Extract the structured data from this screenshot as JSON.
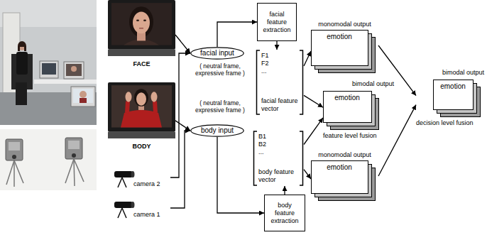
{
  "diagram": {
    "nodes": [
      {
        "text": [
          "FACE"
        ]
      },
      {
        "text": [
          "facial input"
        ]
      },
      {
        "text": [
          "facial feature extraction"
        ]
      },
      {
        "text": [
          "F1",
          "F2",
          "...",
          "facial feature vector"
        ]
      },
      {
        "text": [
          "monomodal output",
          "emotion"
        ]
      },
      {
        "text": [
          "BODY"
        ]
      },
      {
        "text": [
          "body input"
        ]
      },
      {
        "text": [
          "bimodal output",
          "emotion",
          "feature level fusion"
        ]
      },
      {
        "text": [
          "bimodal output",
          "emotion",
          "decision level fusion"
        ]
      },
      {
        "text": [
          "B1",
          "B2",
          "...",
          "body feature vector"
        ]
      },
      {
        "text": [
          "monomodal output",
          "emotion"
        ]
      },
      {
        "text": [
          "camera 2"
        ]
      },
      {
        "text": [
          "camera 1"
        ]
      },
      {
        "text": [
          "body feature extraction"
        ]
      }
    ],
    "edges": [
      {
        "from": 0,
        "to": 1,
        "arrow": "to"
      },
      {
        "from": 11,
        "to": 1,
        "arrow": "to"
      },
      {
        "from": 5,
        "to": 6,
        "arrow": "to"
      },
      {
        "from": 12,
        "to": 6,
        "arrow": "to"
      },
      {
        "from": 1,
        "to": 2,
        "arrow": "to"
      },
      {
        "from": 2,
        "to": 3,
        "arrow": "to"
      },
      {
        "from": 3,
        "to": 4,
        "arrow": "to"
      },
      {
        "from": 3,
        "to": 7,
        "arrow": "to"
      },
      {
        "from": 9,
        "to": 7,
        "arrow": "to"
      },
      {
        "from": 6,
        "to": 13,
        "arrow": "to"
      },
      {
        "from": 13,
        "to": 9,
        "arrow": "to"
      },
      {
        "from": 9,
        "to": 10,
        "arrow": "to"
      },
      {
        "from": 4,
        "to": 8,
        "arrow": "to"
      },
      {
        "from": 10,
        "to": 8,
        "arrow": "to"
      }
    ],
    "labels": [
      "( neutral frame, expressive frame )",
      "( neutral frame, expressive frame )"
    ]
  }
}
